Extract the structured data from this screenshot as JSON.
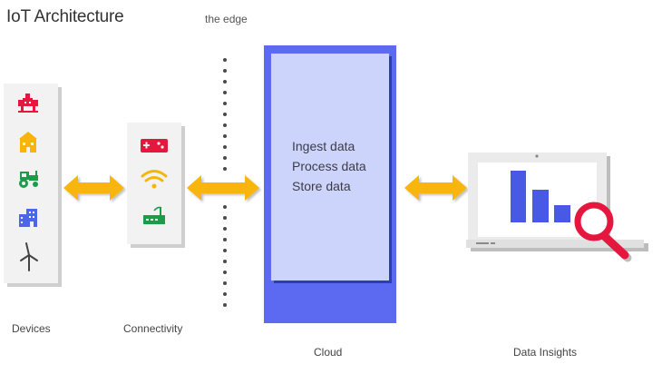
{
  "title": "IoT Architecture",
  "edge_label": "the edge",
  "captions": {
    "devices": "Devices",
    "connectivity": "Connectivity",
    "cloud": "Cloud",
    "insights": "Data Insights"
  },
  "cloud_tasks": [
    "Ingest data",
    "Process data",
    "Store data"
  ],
  "icons": {
    "devices": [
      "oil-rig-icon",
      "building-icon",
      "tractor-icon",
      "office-building-icon",
      "wind-turbine-icon"
    ],
    "connectivity": [
      "gamepad-icon",
      "wifi-icon",
      "router-icon"
    ]
  },
  "colors": {
    "arrow": "#f7b50b",
    "cloud_outer": "#5b6af0",
    "cloud_inner": "#cdd4fb",
    "magnifier": "#e5173f",
    "bars": "#4859e6",
    "device_red": "#e5173f",
    "device_yellow": "#f7b50b",
    "device_green": "#1a9c48",
    "device_blue": "#4d66e9"
  }
}
